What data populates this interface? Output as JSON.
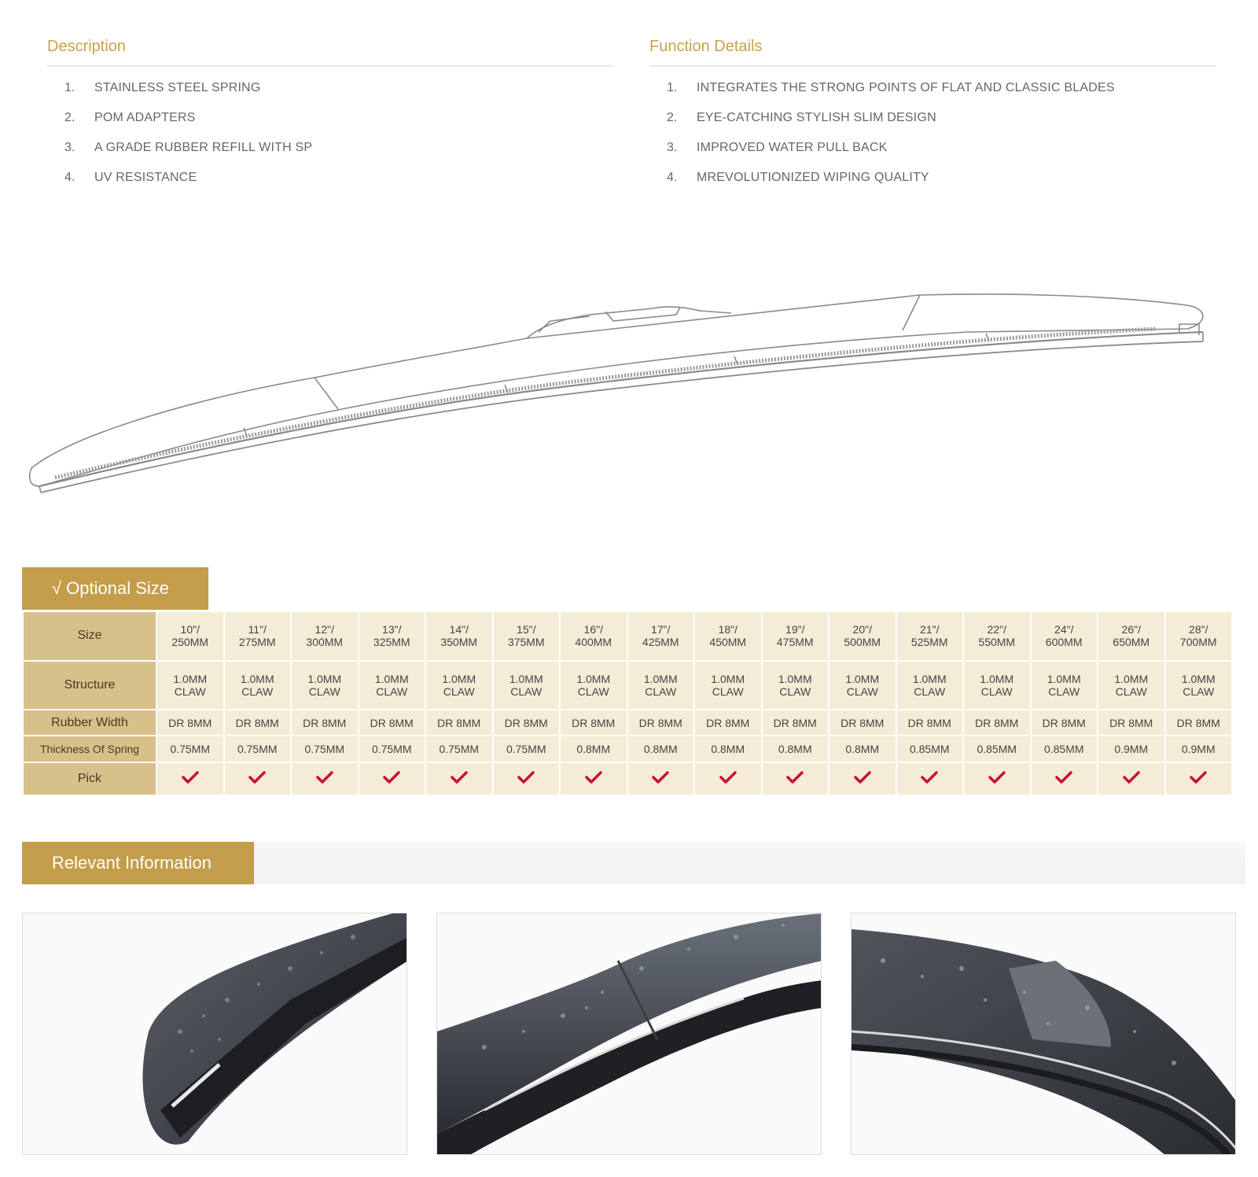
{
  "description": {
    "title": "Description",
    "items": [
      {
        "num": "1.",
        "text": "STAINLESS STEEL SPRING"
      },
      {
        "num": "2.",
        "text": "POM ADAPTERS"
      },
      {
        "num": "3.",
        "text": "A GRADE RUBBER REFILL WITH SP"
      },
      {
        "num": "4.",
        "text": "UV RESISTANCE"
      }
    ]
  },
  "function_details": {
    "title": "Function Details",
    "items": [
      {
        "num": "1.",
        "text": "INTEGRATES THE STRONG POINTS OF FLAT AND CLASSIC BLADES"
      },
      {
        "num": "2.",
        "text": "EYE-CATCHING STYLISH SLIM DESIGN"
      },
      {
        "num": "3.",
        "text": "IMPROVED WATER PULL BACK"
      },
      {
        "num": "4.",
        "text": "MREVOLUTIONIZED WIPING QUALITY"
      }
    ]
  },
  "optional_size": {
    "tag": "√ Optional Size",
    "row_labels": {
      "size": "Size",
      "structure": "Structure",
      "rubber_width": "Rubber Width",
      "thickness": "Thickness  Of  Spring",
      "pick": "Pick"
    },
    "columns": [
      {
        "size": "10\"/",
        "mm": "250MM",
        "structure_top": "1.0MM",
        "structure_bottom": "CLAW",
        "rubber": "DR 8MM",
        "thickness": "0.75MM",
        "picked": true
      },
      {
        "size": "11\"/",
        "mm": "275MM",
        "structure_top": "1.0MM",
        "structure_bottom": "CLAW",
        "rubber": "DR 8MM",
        "thickness": "0.75MM",
        "picked": true
      },
      {
        "size": "12\"/",
        "mm": "300MM",
        "structure_top": "1.0MM",
        "structure_bottom": "CLAW",
        "rubber": "DR 8MM",
        "thickness": "0.75MM",
        "picked": true
      },
      {
        "size": "13\"/",
        "mm": "325MM",
        "structure_top": "1.0MM",
        "structure_bottom": "CLAW",
        "rubber": "DR 8MM",
        "thickness": "0.75MM",
        "picked": true
      },
      {
        "size": "14\"/",
        "mm": "350MM",
        "structure_top": "1.0MM",
        "structure_bottom": "CLAW",
        "rubber": "DR 8MM",
        "thickness": "0.75MM",
        "picked": true
      },
      {
        "size": "15\"/",
        "mm": "375MM",
        "structure_top": "1.0MM",
        "structure_bottom": "CLAW",
        "rubber": "DR 8MM",
        "thickness": "0.75MM",
        "picked": true
      },
      {
        "size": "16\"/",
        "mm": "400MM",
        "structure_top": "1.0MM",
        "structure_bottom": "CLAW",
        "rubber": "DR 8MM",
        "thickness": "0.8MM",
        "picked": true
      },
      {
        "size": "17\"/",
        "mm": "425MM",
        "structure_top": "1.0MM",
        "structure_bottom": "CLAW",
        "rubber": "DR 8MM",
        "thickness": "0.8MM",
        "picked": true
      },
      {
        "size": "18\"/",
        "mm": "450MM",
        "structure_top": "1.0MM",
        "structure_bottom": "CLAW",
        "rubber": "DR 8MM",
        "thickness": "0.8MM",
        "picked": true
      },
      {
        "size": "19\"/",
        "mm": "475MM",
        "structure_top": "1.0MM",
        "structure_bottom": "CLAW",
        "rubber": "DR 8MM",
        "thickness": "0.8MM",
        "picked": true
      },
      {
        "size": "20\"/",
        "mm": "500MM",
        "structure_top": "1.0MM",
        "structure_bottom": "CLAW",
        "rubber": "DR 8MM",
        "thickness": "0.8MM",
        "picked": true
      },
      {
        "size": "21\"/",
        "mm": "525MM",
        "structure_top": "1.0MM",
        "structure_bottom": "CLAW",
        "rubber": "DR 8MM",
        "thickness": "0.85MM",
        "picked": true
      },
      {
        "size": "22\"/",
        "mm": "550MM",
        "structure_top": "1.0MM",
        "structure_bottom": "CLAW",
        "rubber": "DR 8MM",
        "thickness": "0.85MM",
        "picked": true
      },
      {
        "size": "24\"/",
        "mm": "600MM",
        "structure_top": "1.0MM",
        "structure_bottom": "CLAW",
        "rubber": "DR 8MM",
        "thickness": "0.85MM",
        "picked": true
      },
      {
        "size": "26\"/",
        "mm": "650MM",
        "structure_top": "1.0MM",
        "structure_bottom": "CLAW",
        "rubber": "DR 8MM",
        "thickness": "0.9MM",
        "picked": true
      },
      {
        "size": "28\"/",
        "mm": "700MM",
        "structure_top": "1.0MM",
        "structure_bottom": "CLAW",
        "rubber": "DR 8MM",
        "thickness": "0.9MM",
        "picked": true
      }
    ]
  },
  "relevant_information": {
    "tag": "Relevant Information"
  },
  "colors": {
    "gold": "#c39d49",
    "gold_light": "#f5ecd7",
    "row_head": "#d8c08b",
    "check_red": "#c8102e",
    "title_gold": "#c9a14a"
  },
  "icons": {
    "pick": "check-mark-icon"
  }
}
